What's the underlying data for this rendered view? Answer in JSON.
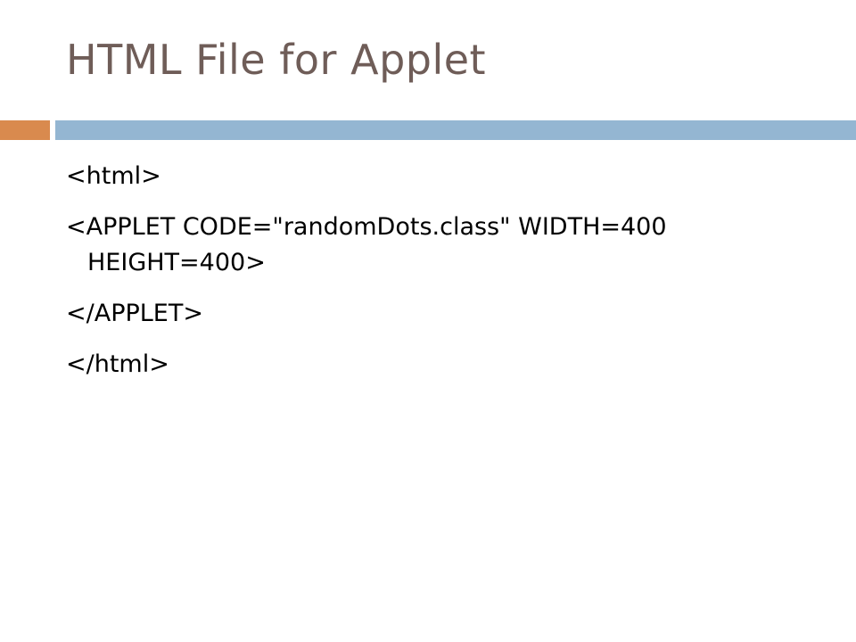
{
  "slide": {
    "title": "HTML File for Applet",
    "lines": [
      "<html>",
      "<APPLET CODE=\"randomDots.class\" WIDTH=400 HEIGHT=400>",
      "</APPLET>",
      "</html>"
    ]
  },
  "colors": {
    "title": "#6f5d58",
    "accent_orange": "#d98a4e",
    "accent_blue": "#94b6d2",
    "text": "#000000",
    "background": "#ffffff"
  }
}
